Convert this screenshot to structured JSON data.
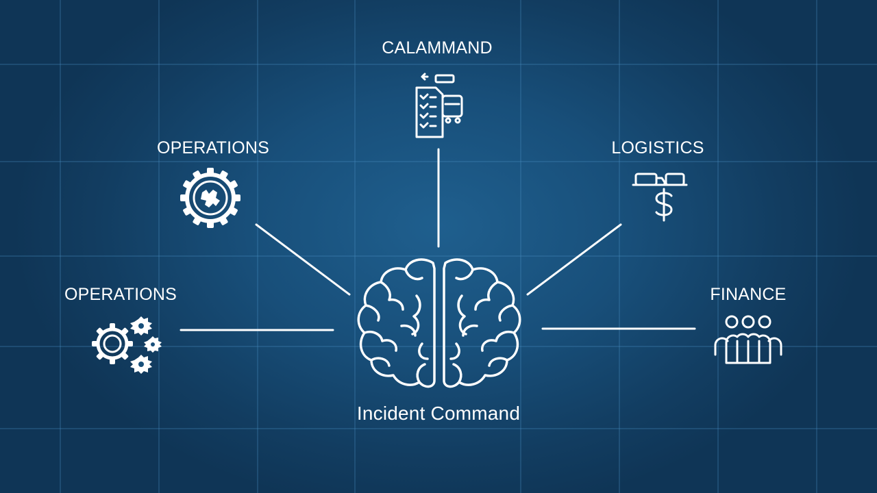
{
  "diagram": {
    "center": {
      "label": "Incident Command",
      "icon": "brain-icon"
    },
    "nodes": [
      {
        "key": "command",
        "label": "CALAMMAND",
        "icon": "clipboard-truck-icon"
      },
      {
        "key": "operations_top",
        "label": "OPERATIONS",
        "icon": "gear-icon"
      },
      {
        "key": "logistics",
        "label": "LOGISTICS",
        "icon": "truck-dollar-icon"
      },
      {
        "key": "operations_left",
        "label": "OPERATIONS",
        "icon": "gears-icon"
      },
      {
        "key": "finance",
        "label": "FINANCE",
        "icon": "people-group-icon"
      }
    ],
    "colors": {
      "background": "#184f7a",
      "line": "#ffffff",
      "grid": "#3b7fb0"
    }
  }
}
